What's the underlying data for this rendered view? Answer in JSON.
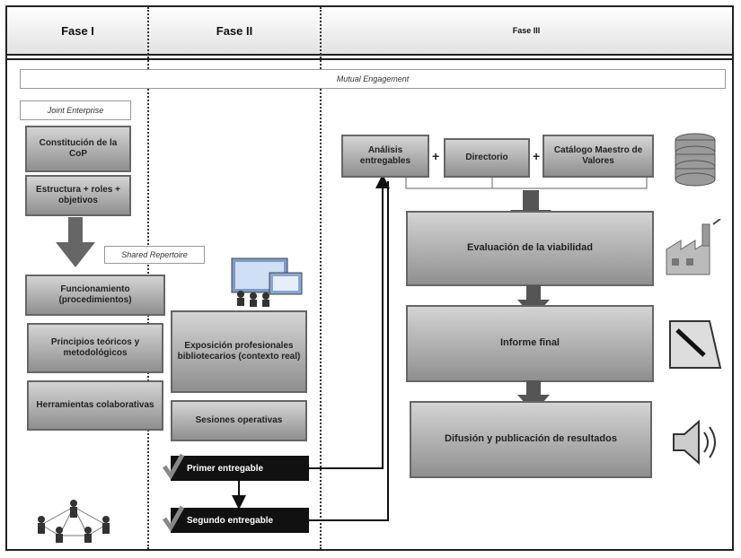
{
  "phases": [
    "Fase I",
    "Fase II",
    "Fase III"
  ],
  "mutual_engagement": "Mutual Engagement",
  "joint_enterprise": "Joint Enterprise",
  "shared_repertoire": "Shared Repertoire",
  "fase1_boxes": [
    "Constitución de la CoP",
    "Estructura + roles + objetivos",
    "Funcionamiento (procedimientos)",
    "Principios teóricos y metodológicos",
    "Herramientas colaborativas"
  ],
  "fase2_boxes": [
    "Exposición profesionales bibliotecarios (contexto real)",
    "Sesiones operativas"
  ],
  "deliverables": [
    "Primer entregable",
    "Segundo entregable"
  ],
  "fase3_top": [
    "Análisis entregables",
    "Directorio",
    "Catálogo Maestro de Valores"
  ],
  "fase3_steps": [
    "Evaluación de la viabilidad",
    "Informe final",
    "Difusión y publicación de resultados"
  ],
  "plus_sign": "+",
  "icons": [
    "database-icon",
    "factory-icon",
    "document-icon",
    "speaker-icon",
    "people-network-icon",
    "computer-group-icon",
    "checkmark-icon",
    "checkmark-icon"
  ]
}
